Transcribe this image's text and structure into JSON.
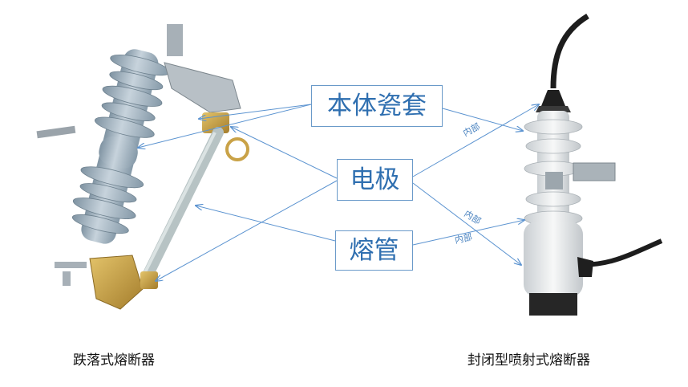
{
  "labels": {
    "body_porcelain": "本体瓷套",
    "electrode": "电极",
    "fuse_tube": "熔管"
  },
  "inner_notes": [
    "内部",
    "内部",
    "内部"
  ],
  "captions": {
    "left": "跌落式熔断器",
    "right": "封闭型喷射式熔断器"
  },
  "colors": {
    "arrow": "#5b93d0",
    "label_text": "#2f6fb0",
    "label_border": "#6a9ac9",
    "porcelain": "#9fb1be",
    "brass": "#c9a247"
  }
}
